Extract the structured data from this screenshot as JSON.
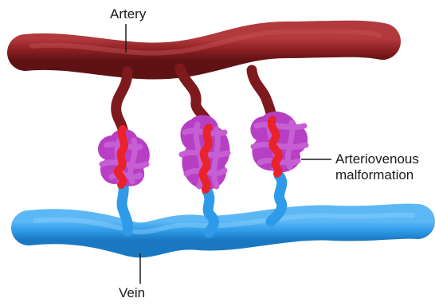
{
  "labels": {
    "artery": "Artery",
    "avm_line1": "Arteriovenous",
    "avm_line2": "malformation",
    "vein": "Vein"
  },
  "colors": {
    "artery": "#8c1f22",
    "nidus": "#b63fc4",
    "arterial_flow": "#e8232b",
    "vein": "#2f9be8",
    "label_text": "#1a1a1a"
  }
}
